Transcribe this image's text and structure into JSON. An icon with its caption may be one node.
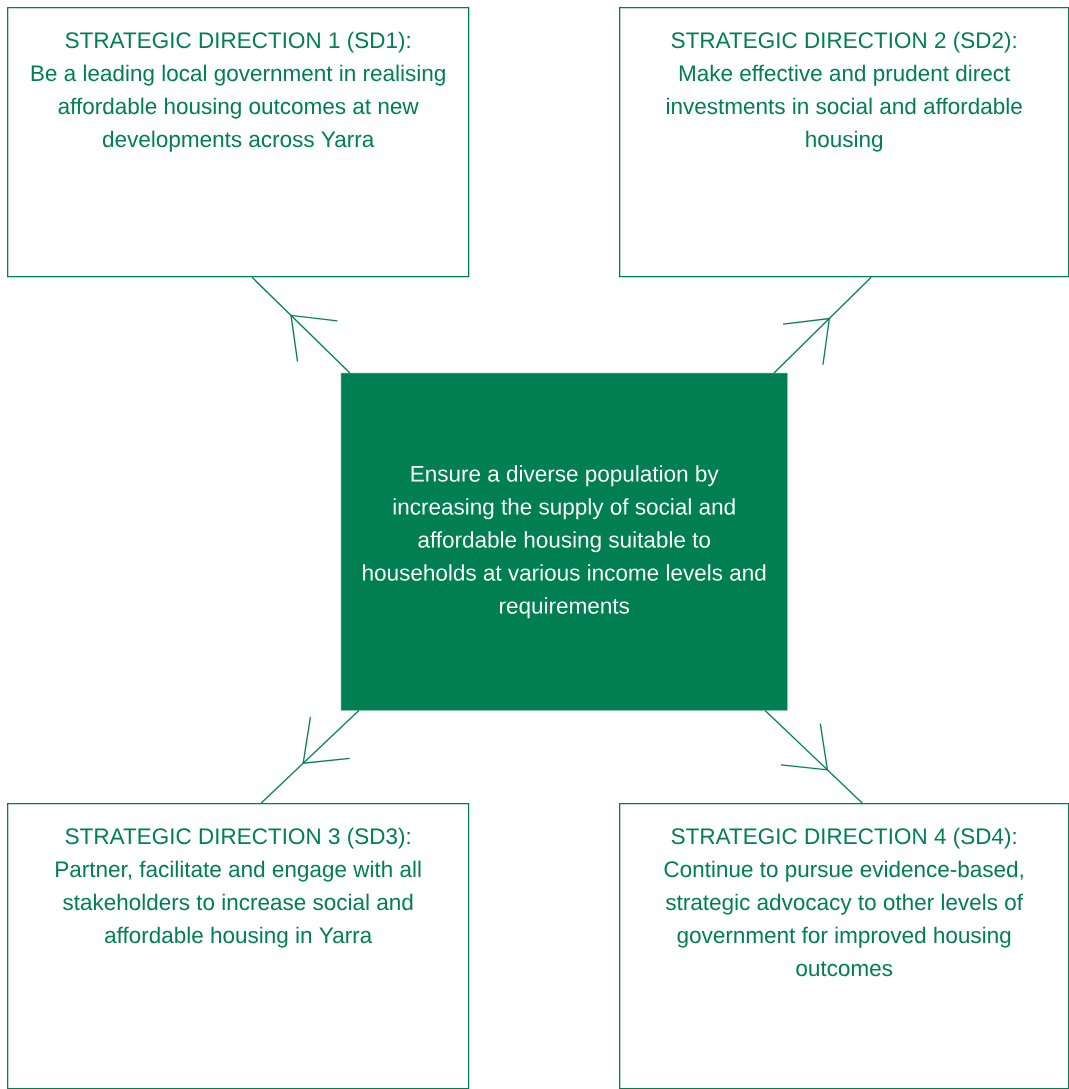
{
  "diagram": {
    "nodes": [
      {
        "text": [
          "STRATEGIC DIRECTION 1 (SD1):",
          "Be a leading local government in realising affordable housing outcomes at new developments across Yarra"
        ]
      },
      {
        "text": [
          "STRATEGIC DIRECTION 2 (SD2):",
          "Make effective and prudent direct investments in social and affordable housing"
        ]
      },
      {
        "text": [
          "Ensure a diverse population by increasing the supply of social and affordable housing suitable to households at various income levels and requirements"
        ]
      },
      {
        "text": [
          "STRATEGIC DIRECTION 3 (SD3):",
          "Partner, facilitate and engage with all stakeholders to increase social and affordable housing in Yarra"
        ]
      },
      {
        "text": [
          "STRATEGIC DIRECTION 4 (SD4):",
          "Continue to pursue evidence-based, strategic advocacy to other levels of government for improved housing outcomes"
        ]
      }
    ],
    "edges": [
      {
        "from": 2,
        "to": 0,
        "arrow": "to"
      },
      {
        "from": 2,
        "to": 1,
        "arrow": "to"
      },
      {
        "from": 2,
        "to": 3,
        "arrow": "to"
      },
      {
        "from": 2,
        "to": 4,
        "arrow": "to"
      }
    ]
  }
}
